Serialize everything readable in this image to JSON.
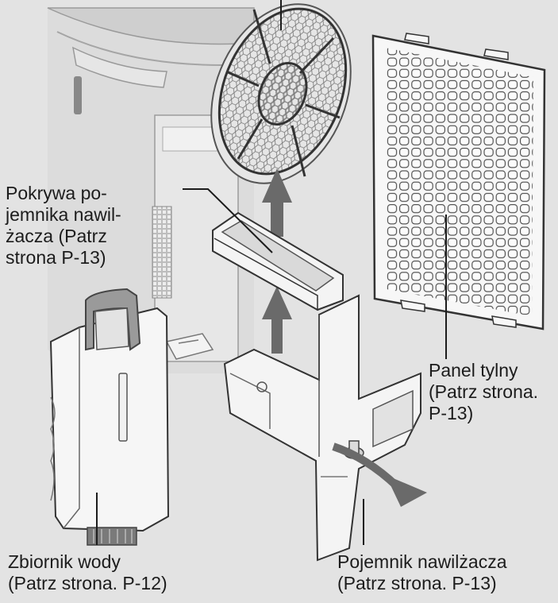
{
  "labels": {
    "cover": [
      "Pokrywa po-",
      "jemnika nawil-",
      "żacza (Patrz",
      "strona P-13)"
    ],
    "back_panel": [
      "Panel tylny",
      "(Patrz strona.",
      "P-13)"
    ],
    "water_tank": [
      "Zbiornik wody",
      "(Patrz strona. P-12)"
    ],
    "humidifier_container": [
      "Pojemnik nawilżacza",
      "(Patrz strona. P-13)"
    ]
  },
  "colors": {
    "background": "#e3e3e3",
    "line": "#1c1c1c",
    "arrow": "#6a6a6a"
  }
}
